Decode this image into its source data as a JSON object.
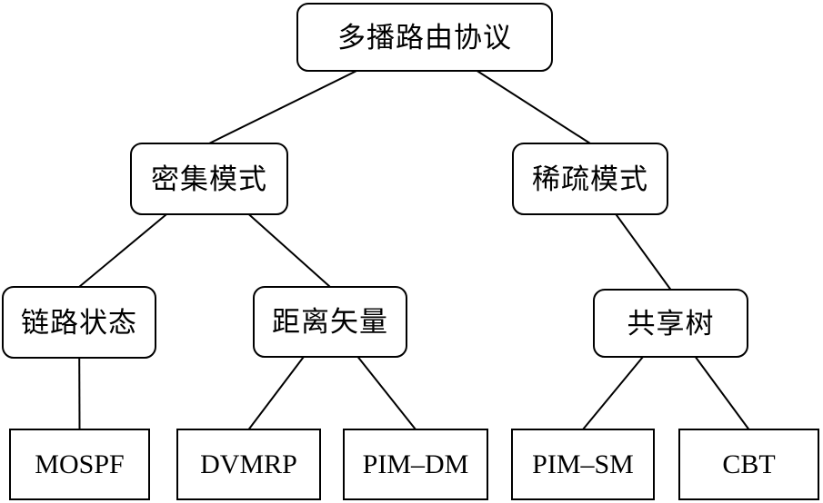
{
  "diagram": {
    "type": "tree",
    "description_root_label": "多播路由协议"
  },
  "style": {
    "line_color": "#000000",
    "border_color": "#000000",
    "text_color": "#000000",
    "background": "#ffffff"
  },
  "nodes": {
    "root": {
      "label": "多播路由协议"
    },
    "dense": {
      "label": "密集模式"
    },
    "sparse": {
      "label": "稀疏模式"
    },
    "link_state": {
      "label": "链路状态"
    },
    "distance_vector": {
      "label": "距离矢量"
    },
    "shared_tree": {
      "label": "共享树"
    },
    "mospf": {
      "label": "MOSPF"
    },
    "dvmrp": {
      "label": "DVMRP"
    },
    "pim_dm": {
      "label": "PIM–DM"
    },
    "pim_sm": {
      "label": "PIM–SM"
    },
    "cbt": {
      "label": "CBT"
    }
  },
  "edges": [
    {
      "from": "root",
      "to": "dense"
    },
    {
      "from": "root",
      "to": "sparse"
    },
    {
      "from": "dense",
      "to": "link_state"
    },
    {
      "from": "dense",
      "to": "distance_vector"
    },
    {
      "from": "sparse",
      "to": "shared_tree"
    },
    {
      "from": "link_state",
      "to": "mospf"
    },
    {
      "from": "distance_vector",
      "to": "dvmrp"
    },
    {
      "from": "distance_vector",
      "to": "pim_dm"
    },
    {
      "from": "shared_tree",
      "to": "pim_sm"
    },
    {
      "from": "shared_tree",
      "to": "cbt"
    }
  ]
}
